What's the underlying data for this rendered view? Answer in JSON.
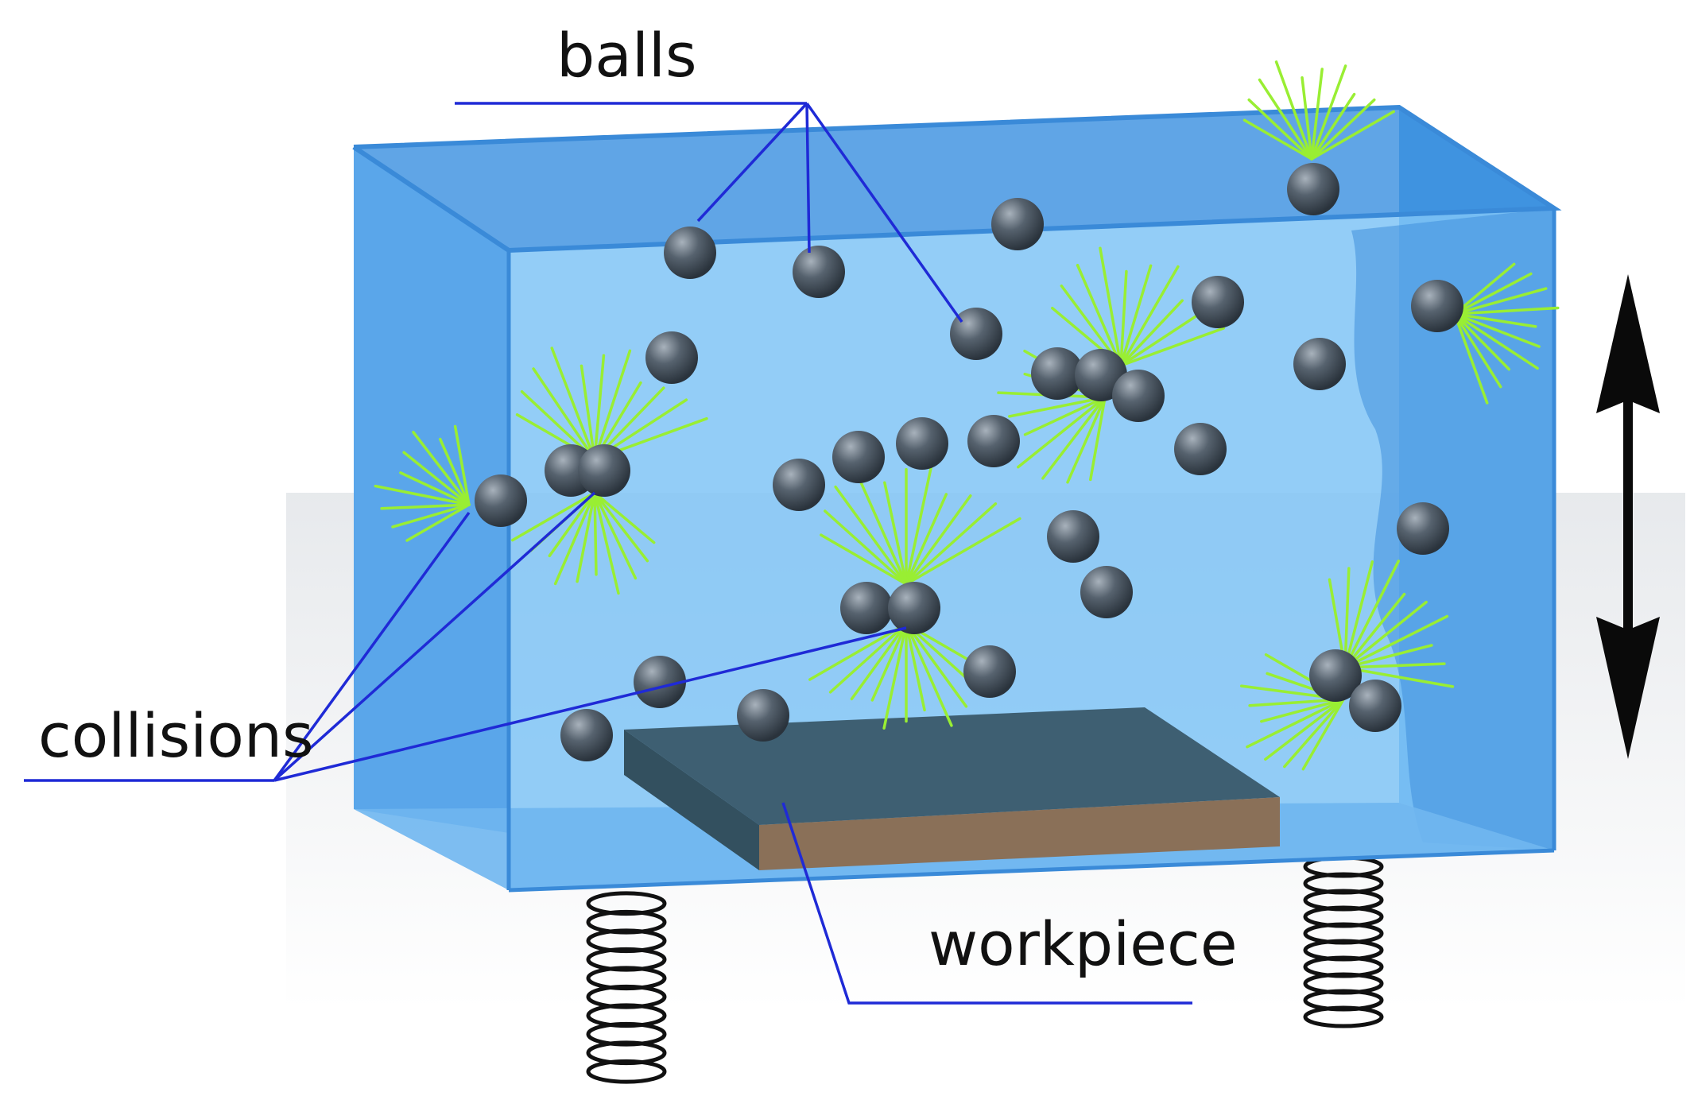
{
  "labels": {
    "balls": "balls",
    "collisions": "collisions",
    "workpiece": "workpiece"
  },
  "colors": {
    "container_front": "#7dc3f5",
    "container_side": "#5aa6ea",
    "container_top": "#4f9be3",
    "container_edge": "#3a8ad8",
    "ball": "#4a5560",
    "impact_lines": "#99ee33",
    "leader_lines": "#1f2ad6",
    "workpiece_top": "#3e5f72",
    "workpiece_side": "#8a7058",
    "arrow": "#0a0a0a",
    "spring": "#111111"
  },
  "icons": {
    "motion_arrow": "double-headed-vertical-arrow-icon",
    "spring": "coil-spring-icon"
  }
}
